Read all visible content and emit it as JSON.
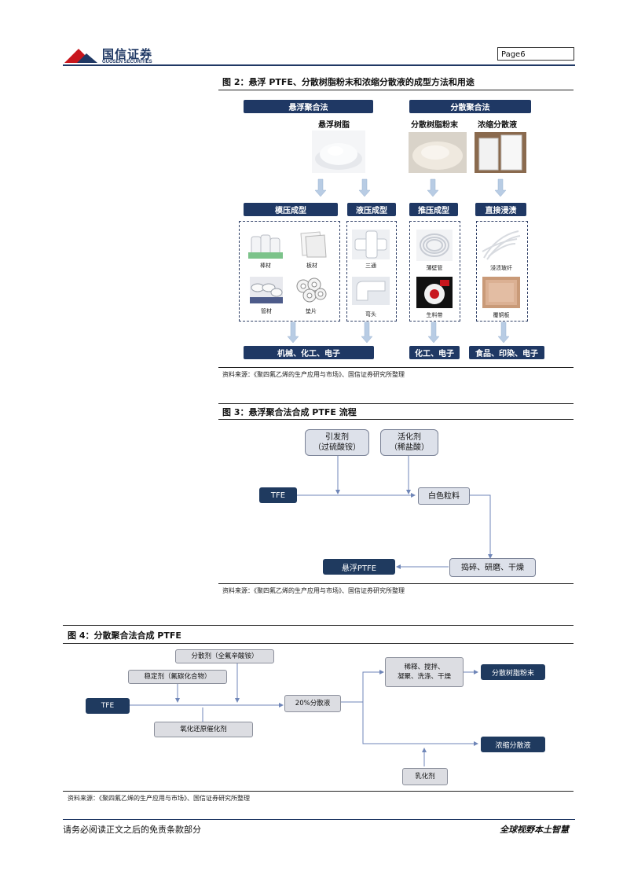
{
  "header": {
    "logo_cn": "国信证券",
    "logo_en": "GUOSEN SECURITIES",
    "page_label": "Page6"
  },
  "fig2": {
    "title": "图 2：悬浮 PTFE、分散树脂粉末和浓缩分散液的成型方法和用途",
    "suspension_method": "悬浮聚合法",
    "dispersion_method": "分散聚合法",
    "suspension_resin": "悬浮树脂",
    "dispersion_powder": "分散树脂粉末",
    "concentrate": "浓缩分散液",
    "molding": "模压成型",
    "hydraulic": "液压成型",
    "push": "推压成型",
    "impregnate": "直接浸渍",
    "rod": "棒材",
    "plate": "板材",
    "tube": "管材",
    "gasket": "垫片",
    "tee": "三通",
    "elbow": "弯头",
    "thin_tube": "薄壁管",
    "raw_tape": "生料带",
    "fiber": "浸渍玻纤",
    "copper_plate": "覆铜板",
    "use1": "机械、化工、电子",
    "use2": "化工、电子",
    "use3": "食品、印染、电子",
    "source": "资料来源：《聚四氟乙烯的生产应用与市场》、国信证券研究所整理"
  },
  "fig3": {
    "title": "图 3：悬浮聚合法合成 PTFE 流程",
    "initiator": "引发剂",
    "initiator_sub": "（过硫酸铵）",
    "activator": "活化剂",
    "activator_sub": "（稀盐酸）",
    "tfe": "TFE",
    "white_granule": "白色粒料",
    "crush": "捣碎、研磨、干燥",
    "product": "悬浮PTFE",
    "source": "资料来源：《聚四氟乙烯的生产应用与市场》、国信证券研究所整理"
  },
  "fig4": {
    "title": "图 4：分散聚合法合成 PTFE",
    "dispersant": "分散剂（全氟辛酸铵）",
    "stabilizer": "稳定剂（氟碳化合物）",
    "tfe": "TFE",
    "redox": "氧化还原催化剂",
    "dispersion": "20%分散液",
    "process_line1": "稀释、搅拌、",
    "process_line2": "凝聚、洗涤、干燥",
    "powder": "分散树脂粉末",
    "concentrate": "浓缩分散液",
    "emulsifier": "乳化剂",
    "source": "资料来源：《聚四氟乙烯的生产应用与市场》、国信证券研究所整理"
  },
  "footer": {
    "left": "请务必阅读正文之后的免责条款部分",
    "right": "全球视野本土智慧"
  },
  "colors": {
    "navy": "#1f3864",
    "brand_red": "#c8161d"
  }
}
